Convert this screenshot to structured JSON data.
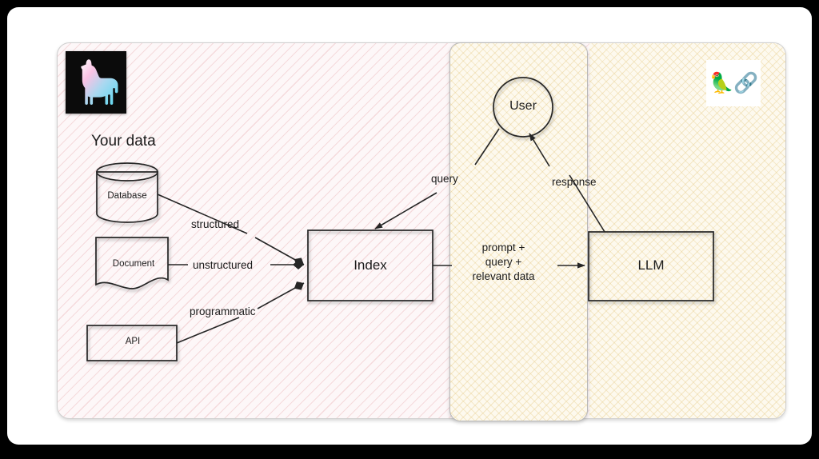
{
  "diagram": {
    "title": "Your data",
    "panels": [
      {
        "name": "data-panel",
        "pattern": "pink-diagonal-hatch",
        "color": "#fdf7f8"
      },
      {
        "name": "user-panel",
        "pattern": "cream-cross-hatch",
        "color": "#fdf9ee"
      },
      {
        "name": "llm-panel",
        "pattern": "cream-cross-hatch",
        "color": "#fdf9ee"
      }
    ],
    "logos": {
      "llamaindex": {
        "name": "llamaindex-logo",
        "glyph": "llama-silhouette",
        "background": "#0b0b0b",
        "gradient_from": "#f7b8e0",
        "gradient_to": "#69dcf0"
      },
      "langchain": {
        "name": "langchain-logo",
        "glyph": "🦜🔗",
        "background": "#ffffff"
      }
    },
    "nodes": {
      "database": "Database",
      "document": "Document",
      "api": "API",
      "index": "Index",
      "user": "User",
      "llm": "LLM"
    },
    "edges": {
      "structured": "structured",
      "unstructured": "unstructured",
      "programmatic": "programmatic",
      "query": "query",
      "response": "response",
      "prompt": "prompt +\nquery +\nrelevant data",
      "prompt_line1": "prompt +",
      "prompt_line2": "query +",
      "prompt_line3": "relevant data"
    },
    "colors": {
      "stroke": "#262626",
      "panel_border": "#cfcfcf",
      "pink_hatch": "#e2969b",
      "cream_hatch": "#debA60",
      "page_background": "#ffffff",
      "frame": "#000000"
    }
  }
}
